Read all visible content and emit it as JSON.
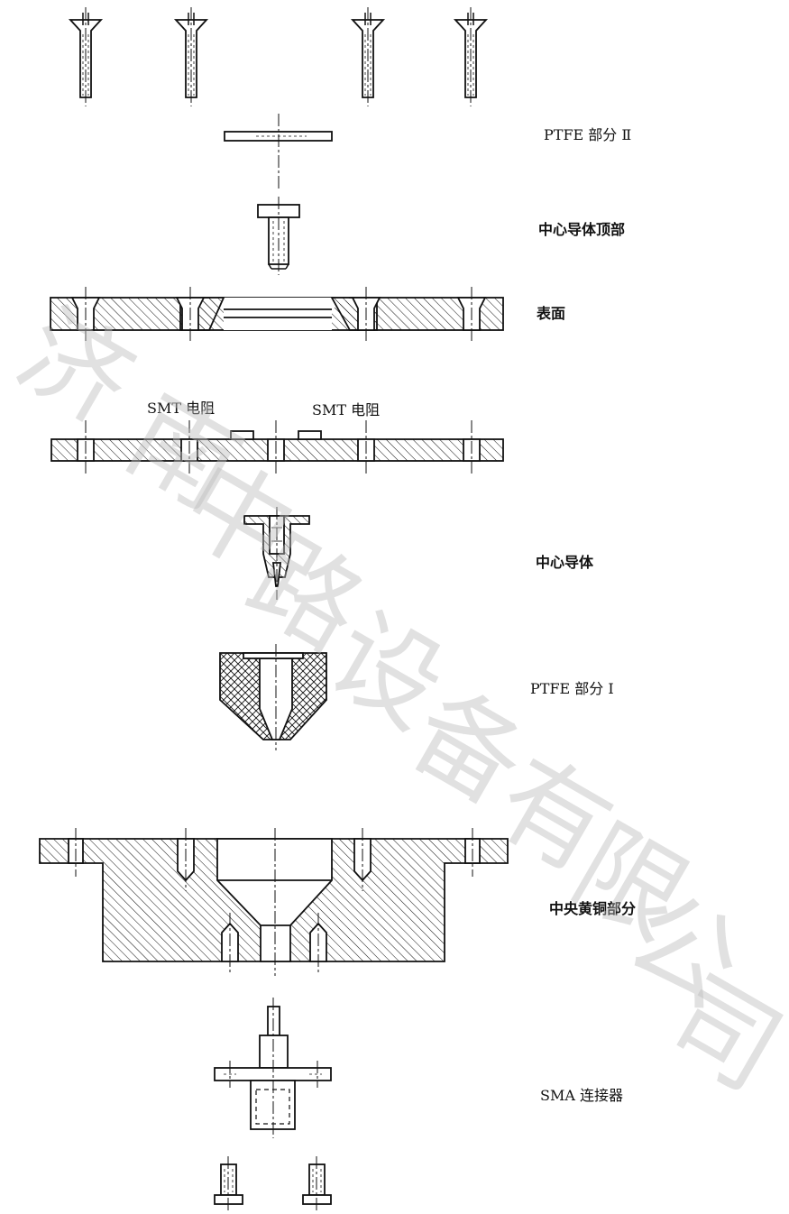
{
  "labels": {
    "ptfe_2": "PTFE 部分 Ⅱ",
    "center_top": "中心导体顶部",
    "surface": "表面",
    "smt_left": "SMT 电阻",
    "smt_right": "SMT 电阻",
    "center_conductor": "中心导体",
    "ptfe_1": "PTFE 部分 Ⅰ",
    "brass": "中央黄铜部分",
    "sma": "SMA 连接器"
  },
  "watermark": [
    "济",
    "南",
    "中",
    "路",
    "设",
    "备",
    "有",
    "限",
    "公",
    "司"
  ],
  "colors": {
    "line": "#111111",
    "watermark": "#bdbdbd",
    "background": "#ffffff"
  }
}
